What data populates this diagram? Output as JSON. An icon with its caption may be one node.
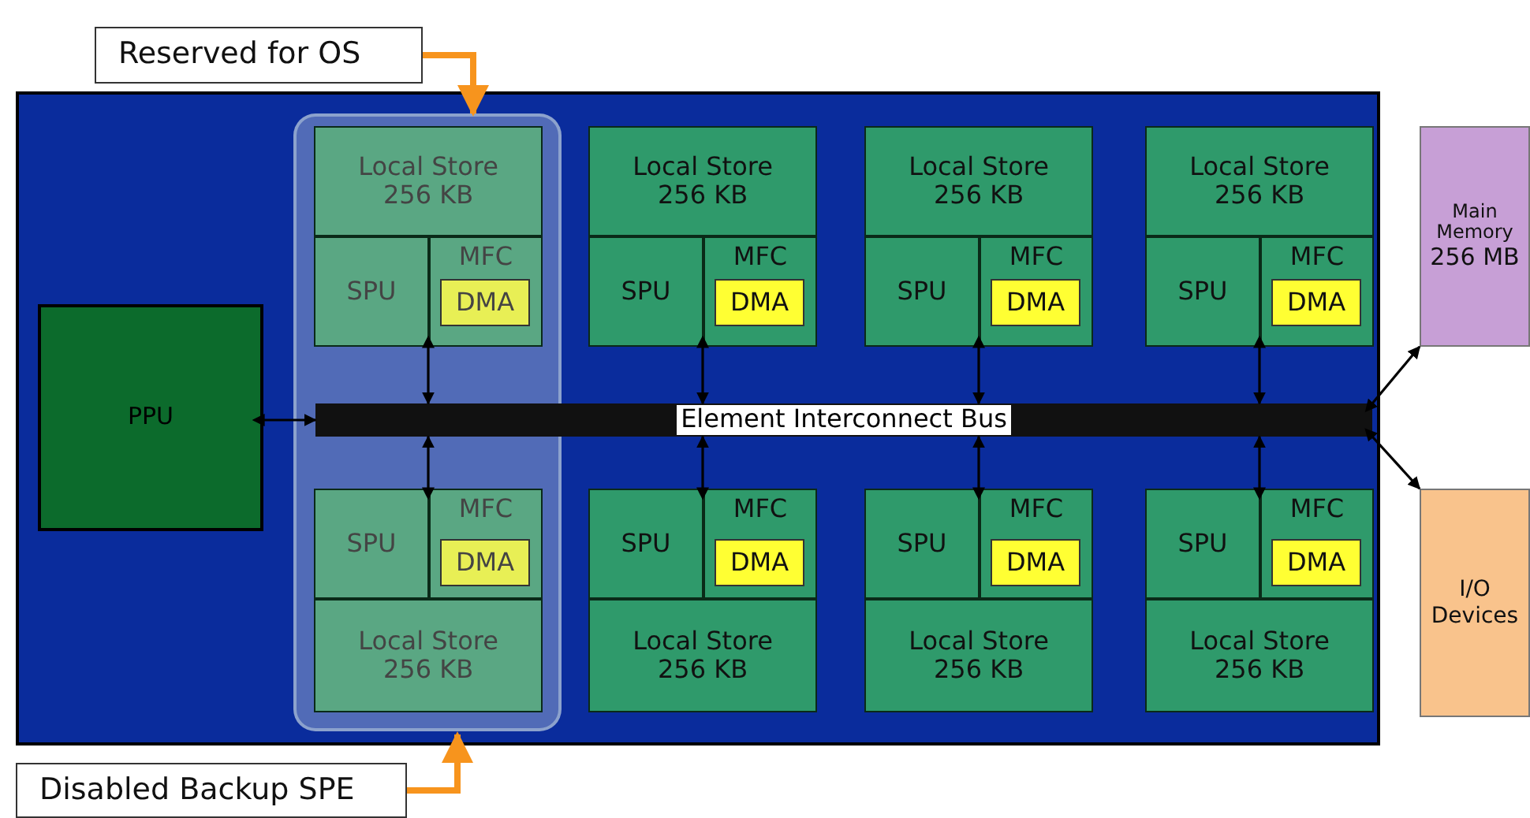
{
  "diagram": {
    "nodes": [
      {
        "text": [],
        "shape": "box"
      },
      {
        "text": [],
        "shape": "box",
        "in": 0
      },
      {
        "text": [
          "Reserved for OS"
        ]
      },
      {
        "text": [
          "Disabled Backup SPE"
        ]
      },
      {
        "text": [
          "PPU"
        ],
        "in": 0
      },
      {
        "text": [
          "Element Interconnect Bus"
        ],
        "in": 0
      },
      {
        "text": [
          "Main Memory",
          "256 MB"
        ]
      },
      {
        "text": [
          "I/O Devices"
        ]
      },
      {
        "text": [],
        "shape": "box",
        "in": 1
      },
      {
        "text": [
          "Local Store 256 KB"
        ],
        "in": 8
      },
      {
        "text": [
          "SPU"
        ],
        "in": 8
      },
      {
        "text": [
          "MFC"
        ],
        "in": 8
      },
      {
        "text": [
          "DMA"
        ],
        "in": 11
      },
      {
        "text": [],
        "shape": "box",
        "in": 0
      },
      {
        "text": [
          "Local Store 256 KB"
        ],
        "in": 13
      },
      {
        "text": [
          "SPU"
        ],
        "in": 13
      },
      {
        "text": [
          "MFC"
        ],
        "in": 13
      },
      {
        "text": [
          "DMA"
        ],
        "in": 16
      },
      {
        "text": [],
        "shape": "box",
        "in": 0
      },
      {
        "text": [
          "Local Store 256 KB"
        ],
        "in": 18
      },
      {
        "text": [
          "SPU"
        ],
        "in": 18
      },
      {
        "text": [
          "MFC"
        ],
        "in": 18
      },
      {
        "text": [
          "DMA"
        ],
        "in": 21
      },
      {
        "text": [],
        "shape": "box",
        "in": 0
      },
      {
        "text": [
          "Local Store 256 KB"
        ],
        "in": 23
      },
      {
        "text": [
          "SPU"
        ],
        "in": 23
      },
      {
        "text": [
          "MFC"
        ],
        "in": 23
      },
      {
        "text": [
          "DMA"
        ],
        "in": 26
      },
      {
        "text": [],
        "shape": "box",
        "in": 1
      },
      {
        "text": [
          "SPU"
        ],
        "in": 28
      },
      {
        "text": [
          "MFC"
        ],
        "in": 28
      },
      {
        "text": [
          "DMA"
        ],
        "in": 30
      },
      {
        "text": [
          "Local Store 256 KB"
        ],
        "in": 28
      },
      {
        "text": [],
        "shape": "box",
        "in": 0
      },
      {
        "text": [
          "SPU"
        ],
        "in": 33
      },
      {
        "text": [
          "MFC"
        ],
        "in": 33
      },
      {
        "text": [
          "DMA"
        ],
        "in": 35
      },
      {
        "text": [
          "Local Store 256 KB"
        ],
        "in": 33
      },
      {
        "text": [],
        "shape": "box",
        "in": 0
      },
      {
        "text": [
          "SPU"
        ],
        "in": 38
      },
      {
        "text": [
          "MFC"
        ],
        "in": 38
      },
      {
        "text": [
          "DMA"
        ],
        "in": 40
      },
      {
        "text": [
          "Local Store 256 KB"
        ],
        "in": 38
      },
      {
        "text": [],
        "shape": "box",
        "in": 0
      },
      {
        "text": [
          "SPU"
        ],
        "in": 43
      },
      {
        "text": [
          "MFC"
        ],
        "in": 43
      },
      {
        "text": [
          "DMA"
        ],
        "in": 45
      },
      {
        "text": [
          "Local Store 256 KB"
        ],
        "in": 43
      }
    ],
    "edges": [
      {
        "from": 2,
        "to": 1,
        "arrow": "to",
        "style": "thick",
        "color": "#f7941d"
      },
      {
        "from": 3,
        "to": 1,
        "arrow": "to",
        "style": "thick",
        "color": "#f7941d"
      },
      {
        "from": 4,
        "to": 5,
        "arrow": "both"
      },
      {
        "from": 8,
        "to": 5,
        "arrow": "both"
      },
      {
        "from": 13,
        "to": 5,
        "arrow": "both"
      },
      {
        "from": 18,
        "to": 5,
        "arrow": "both"
      },
      {
        "from": 23,
        "to": 5,
        "arrow": "both"
      },
      {
        "from": 28,
        "to": 5,
        "arrow": "both"
      },
      {
        "from": 33,
        "to": 5,
        "arrow": "both"
      },
      {
        "from": 38,
        "to": 5,
        "arrow": "both"
      },
      {
        "from": 43,
        "to": 5,
        "arrow": "both"
      },
      {
        "from": 5,
        "to": 6,
        "arrow": "both"
      },
      {
        "from": 5,
        "to": 7,
        "arrow": "both"
      }
    ]
  }
}
